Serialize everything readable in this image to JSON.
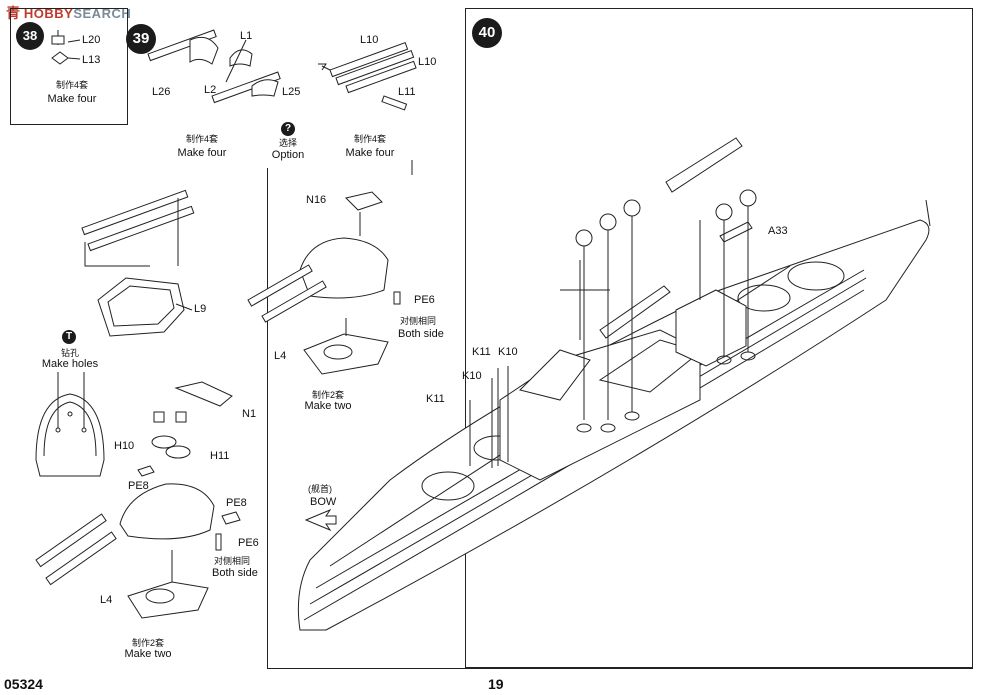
{
  "watermark": {
    "cn": "青",
    "brand_a": "HOBBY",
    "brand_b": "SEARCH"
  },
  "footer": {
    "code": "05324",
    "page": "19"
  },
  "step38": {
    "number": "38",
    "parts": {
      "l20": "L20",
      "l13": "L13"
    },
    "note_cn": "制作4套",
    "note_en": "Make four"
  },
  "step39": {
    "number": "39",
    "parts": {
      "l1": "L1",
      "l2": "L2",
      "l26": "L26",
      "l25": "L25",
      "l10a": "L10",
      "l10b": "L10",
      "l11": "L11",
      "n16": "N16",
      "pe6": "PE6",
      "l4": "L4",
      "l9": "L9"
    },
    "make_four_left_cn": "制作4套",
    "make_four_left_en": "Make four",
    "option_cn": "选择",
    "option_en": "Option",
    "make_four_right_cn": "制作4套",
    "make_four_right_en": "Make four",
    "both_side_cn": "对侧相同",
    "both_side_en": "Both side",
    "make_two_cn": "制作2套",
    "make_two_en": "Make two"
  },
  "step_holes": {
    "cn": "钻孔",
    "en": "Make holes",
    "parts": {
      "n1": "N1",
      "h10": "H10",
      "h11": "H11",
      "pe8a": "PE8",
      "pe8b": "PE8",
      "pe6": "PE6",
      "l4": "L4"
    },
    "both_side_cn": "对侧相同",
    "both_side_en": "Both side",
    "make_two_cn": "制作2套",
    "make_two_en": "Make two"
  },
  "step40": {
    "number": "40",
    "parts": {
      "a33": "A33",
      "k11a": "K11",
      "k10a": "K10",
      "k10b": "K10",
      "k11b": "K11"
    },
    "bow_cn": "(舰首)",
    "bow_en": "BOW"
  }
}
